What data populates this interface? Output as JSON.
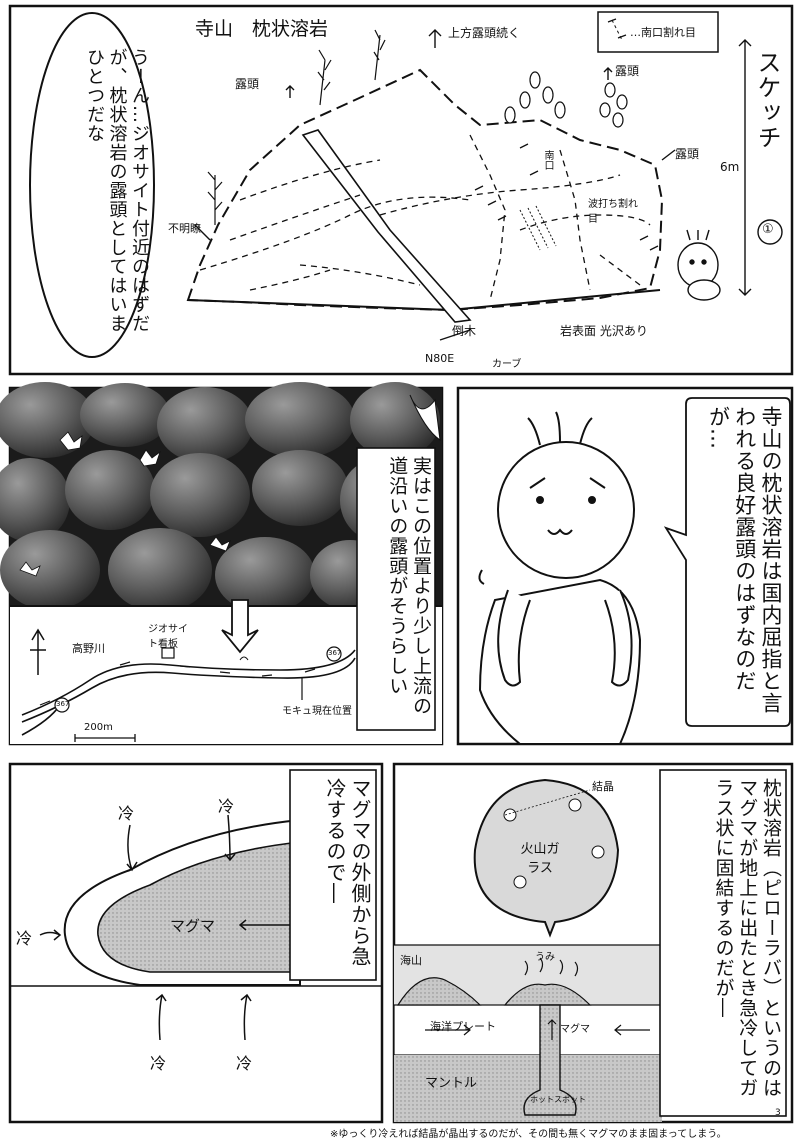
{
  "panel1": {
    "title": "寺山　枕状溶岩",
    "upper_outcrop": "上方露頭続く",
    "legend": "…南口割れ目",
    "outcrop_left": "露頭",
    "outcrop_top": "露頭",
    "outcrop_right": "露頭",
    "unknown_seam": "不明瞭",
    "fallen_tree": "倒木",
    "direction": "N80E",
    "curve": "カーブ",
    "rock_surface": "岩表面 光沢あり",
    "south_mouth": "南口",
    "wave_crack": "波打ち割れ目",
    "sketch_label": "スケッチ",
    "sketch_number": "①",
    "scale": "6m",
    "speech": "うーん…ジオサイト付近のはずだが、枕状溶岩の露頭としてはいまひとつだな"
  },
  "panel2": {
    "caption": "実はこの位置より少し上流の道沿いの露頭がそうらしい",
    "river": "高野川",
    "geosite_sign": "ジオサイト看板",
    "current_pos": "モキュ現在位置",
    "scale": "200m",
    "route_a": "367",
    "route_b": "367"
  },
  "panel3": {
    "speech": "寺山の枕状溶岩は国内屈指と言われる良好露頭のはずなのだが…"
  },
  "panel4": {
    "caption": "マグマの外側から急冷するので―",
    "cold": "冷",
    "magma": "マグマ"
  },
  "panel5": {
    "caption": "枕状溶岩（ピローラバ）というのはマグマが地上に出たとき急冷してガラス状に固結するのだが―",
    "crystal": "結晶",
    "volcanic_glass": "火山ガラス",
    "sea": "うみ",
    "seamount": "海山",
    "plate": "海洋プレート",
    "magma": "マグマ",
    "mantle": "マントル",
    "hotspot": "ホットスポット"
  },
  "footer": {
    "note": "※ゆっくり冷えれば結晶が晶出するのだが、その間も無くマグマのまま固まってしまう。",
    "page": "3"
  }
}
